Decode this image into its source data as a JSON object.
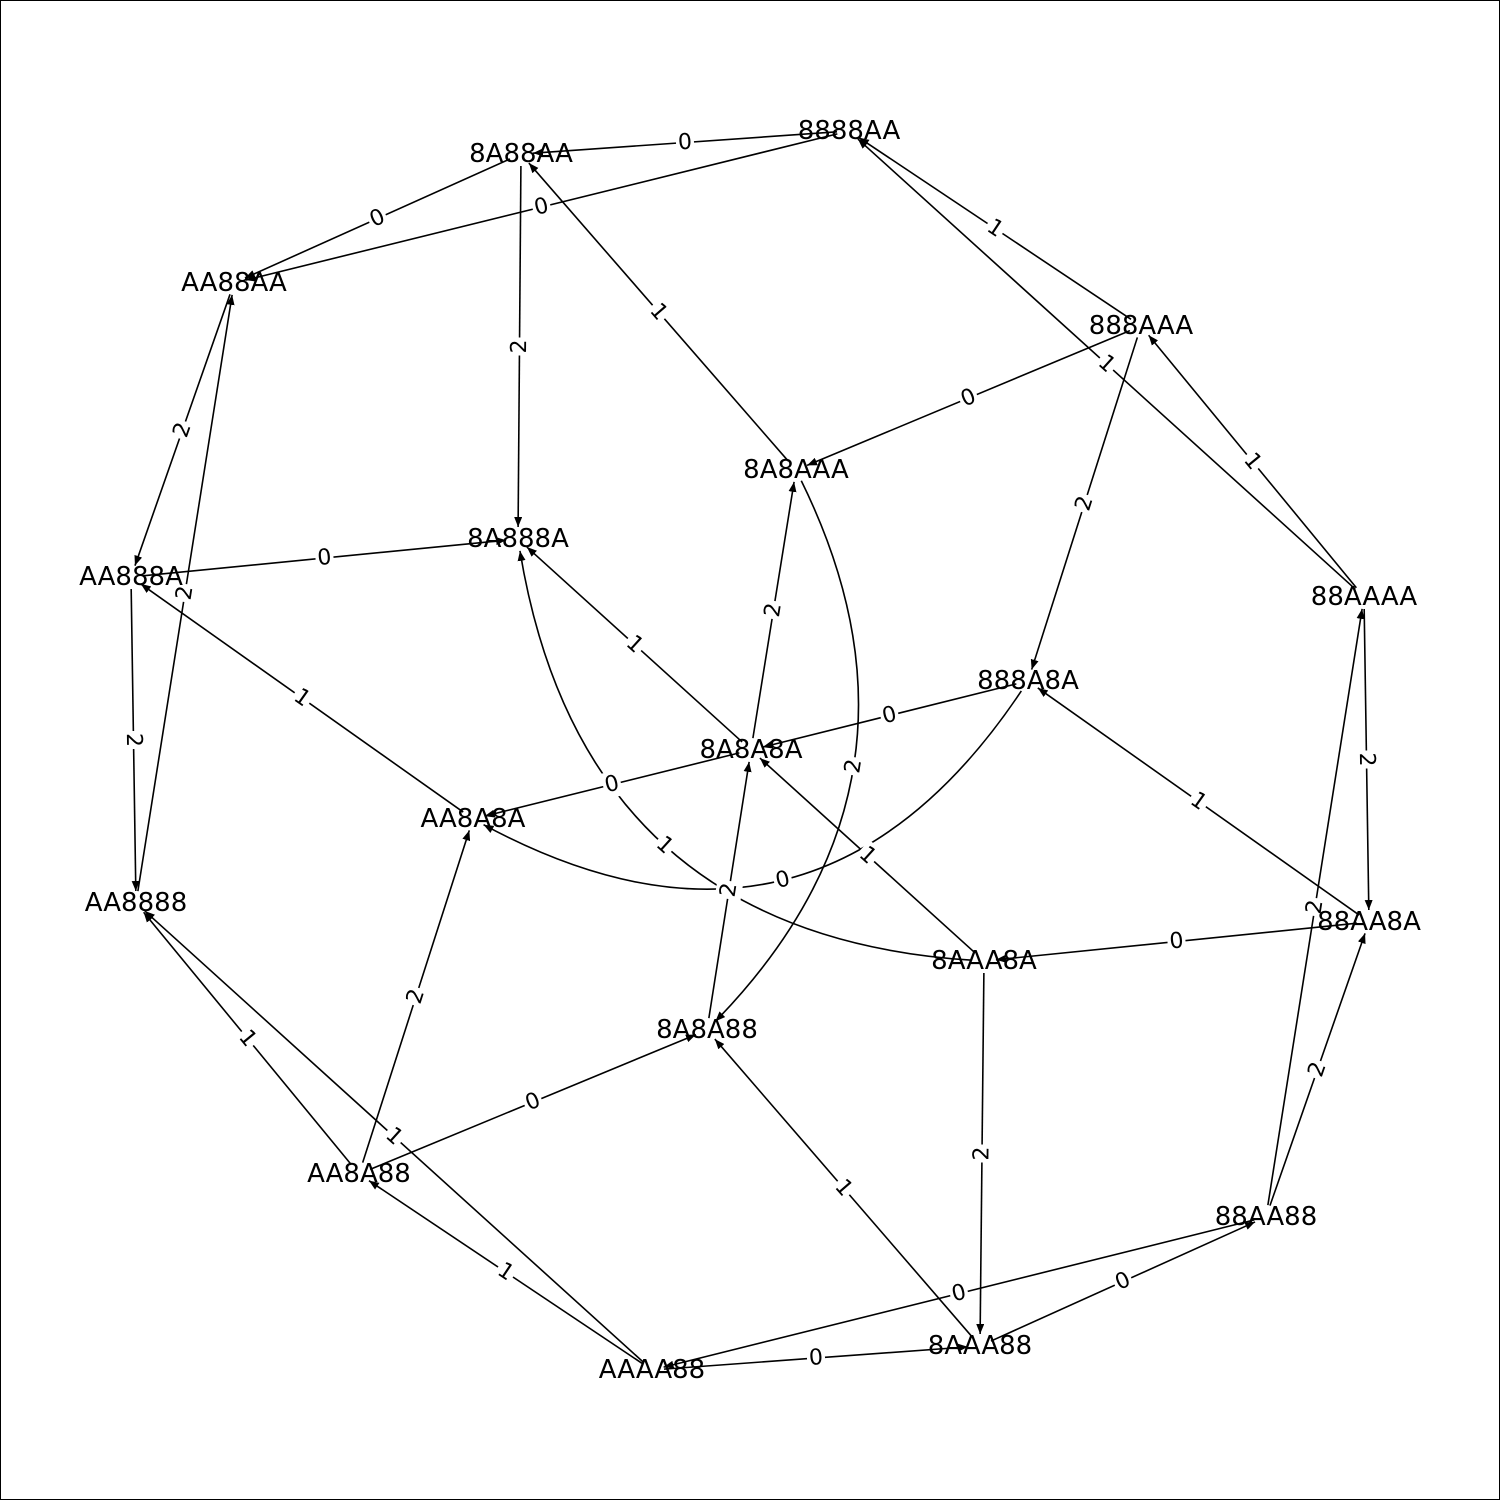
{
  "colors": {
    "background": "#ffffff",
    "ink": "#000000"
  },
  "nodes": [
    {
      "id": "8888AA",
      "label": "8888AA"
    },
    {
      "id": "8A88AA",
      "label": "8A88AA"
    },
    {
      "id": "AA88AA",
      "label": "AA88AA"
    },
    {
      "id": "888AAA",
      "label": "888AAA"
    },
    {
      "id": "8A8AAA",
      "label": "8A8AAA"
    },
    {
      "id": "88AAAA",
      "label": "88AAAA"
    },
    {
      "id": "AA888A",
      "label": "AA888A"
    },
    {
      "id": "8A888A",
      "label": "8A888A"
    },
    {
      "id": "888A8A",
      "label": "888A8A"
    },
    {
      "id": "8A8A8A",
      "label": "8A8A8A"
    },
    {
      "id": "AA8A8A",
      "label": "AA8A8A"
    },
    {
      "id": "AA8888",
      "label": "AA8888"
    },
    {
      "id": "88AA8A",
      "label": "88AA8A"
    },
    {
      "id": "8AAA8A",
      "label": "8AAA8A"
    },
    {
      "id": "8A8A88",
      "label": "8A8A88"
    },
    {
      "id": "AA8A88",
      "label": "AA8A88"
    },
    {
      "id": "88AA88",
      "label": "88AA88"
    },
    {
      "id": "8AAA88",
      "label": "8AAA88"
    },
    {
      "id": "AAAA88",
      "label": "AAAA88"
    }
  ],
  "edges": [
    {
      "from": "8888AA",
      "to": "8A88AA",
      "label": "0"
    },
    {
      "from": "8A88AA",
      "to": "AA88AA",
      "label": "0"
    },
    {
      "from": "8888AA",
      "to": "AA88AA",
      "label": "0"
    },
    {
      "from": "888AAA",
      "to": "8888AA",
      "label": "1"
    },
    {
      "from": "88AAAA",
      "to": "8888AA",
      "label": "1"
    },
    {
      "from": "8A8AAA",
      "to": "8A88AA",
      "label": "1"
    },
    {
      "from": "8A88AA",
      "to": "8A888A",
      "label": "2"
    },
    {
      "from": "AA88AA",
      "to": "AA888A",
      "label": "2"
    },
    {
      "from": "AA8888",
      "to": "AA88AA",
      "label": "2"
    },
    {
      "from": "888AAA",
      "to": "8A8AAA",
      "label": "0"
    },
    {
      "from": "888AAA",
      "to": "888A8A",
      "label": "2"
    },
    {
      "from": "88AAAA",
      "to": "888AAA",
      "label": "1"
    },
    {
      "from": "AA888A",
      "to": "8A888A",
      "label": "0"
    },
    {
      "from": "AA888A",
      "to": "AA8888",
      "label": "2"
    },
    {
      "from": "AA8A8A",
      "to": "AA888A",
      "label": "1"
    },
    {
      "from": "8A8A8A",
      "to": "8A8AAA",
      "label": "2"
    },
    {
      "from": "8A8A8A",
      "to": "8A888A",
      "label": "1"
    },
    {
      "from": "888A8A",
      "to": "8A8A8A",
      "label": "0"
    },
    {
      "from": "888A8A",
      "to": "AA8A8A",
      "label": "0"
    },
    {
      "from": "8A8AAA",
      "to": "8A8A88",
      "label": "2"
    },
    {
      "from": "8AAA8A",
      "to": "8A888A",
      "label": "1"
    },
    {
      "from": "8A8A8A",
      "to": "AA8A8A",
      "label": "0"
    },
    {
      "from": "8AAA8A",
      "to": "8A8A8A",
      "label": "1"
    },
    {
      "from": "8A8A88",
      "to": "8A8A8A",
      "label": "2"
    },
    {
      "from": "88AAAA",
      "to": "88AA8A",
      "label": "2"
    },
    {
      "from": "88AA8A",
      "to": "888A8A",
      "label": "1"
    },
    {
      "from": "88AA8A",
      "to": "8AAA8A",
      "label": "0"
    },
    {
      "from": "88AA88",
      "to": "88AA8A",
      "label": "2"
    },
    {
      "from": "88AA88",
      "to": "88AAAA",
      "label": "2"
    },
    {
      "from": "AA8A88",
      "to": "AA8A8A",
      "label": "2"
    },
    {
      "from": "AA8A88",
      "to": "8A8A88",
      "label": "0"
    },
    {
      "from": "AA8A88",
      "to": "AA8888",
      "label": "1"
    },
    {
      "from": "AAAA88",
      "to": "AA8888",
      "label": "1"
    },
    {
      "from": "AAAA88",
      "to": "AA8A88",
      "label": "1"
    },
    {
      "from": "8AAA8A",
      "to": "8AAA88",
      "label": "2"
    },
    {
      "from": "8AAA88",
      "to": "8A8A88",
      "label": "1"
    },
    {
      "from": "AAAA88",
      "to": "8AAA88",
      "label": "0"
    },
    {
      "from": "8AAA88",
      "to": "88AA88",
      "label": "0"
    },
    {
      "from": "88AA88",
      "to": "AAAA88",
      "label": "0"
    }
  ]
}
